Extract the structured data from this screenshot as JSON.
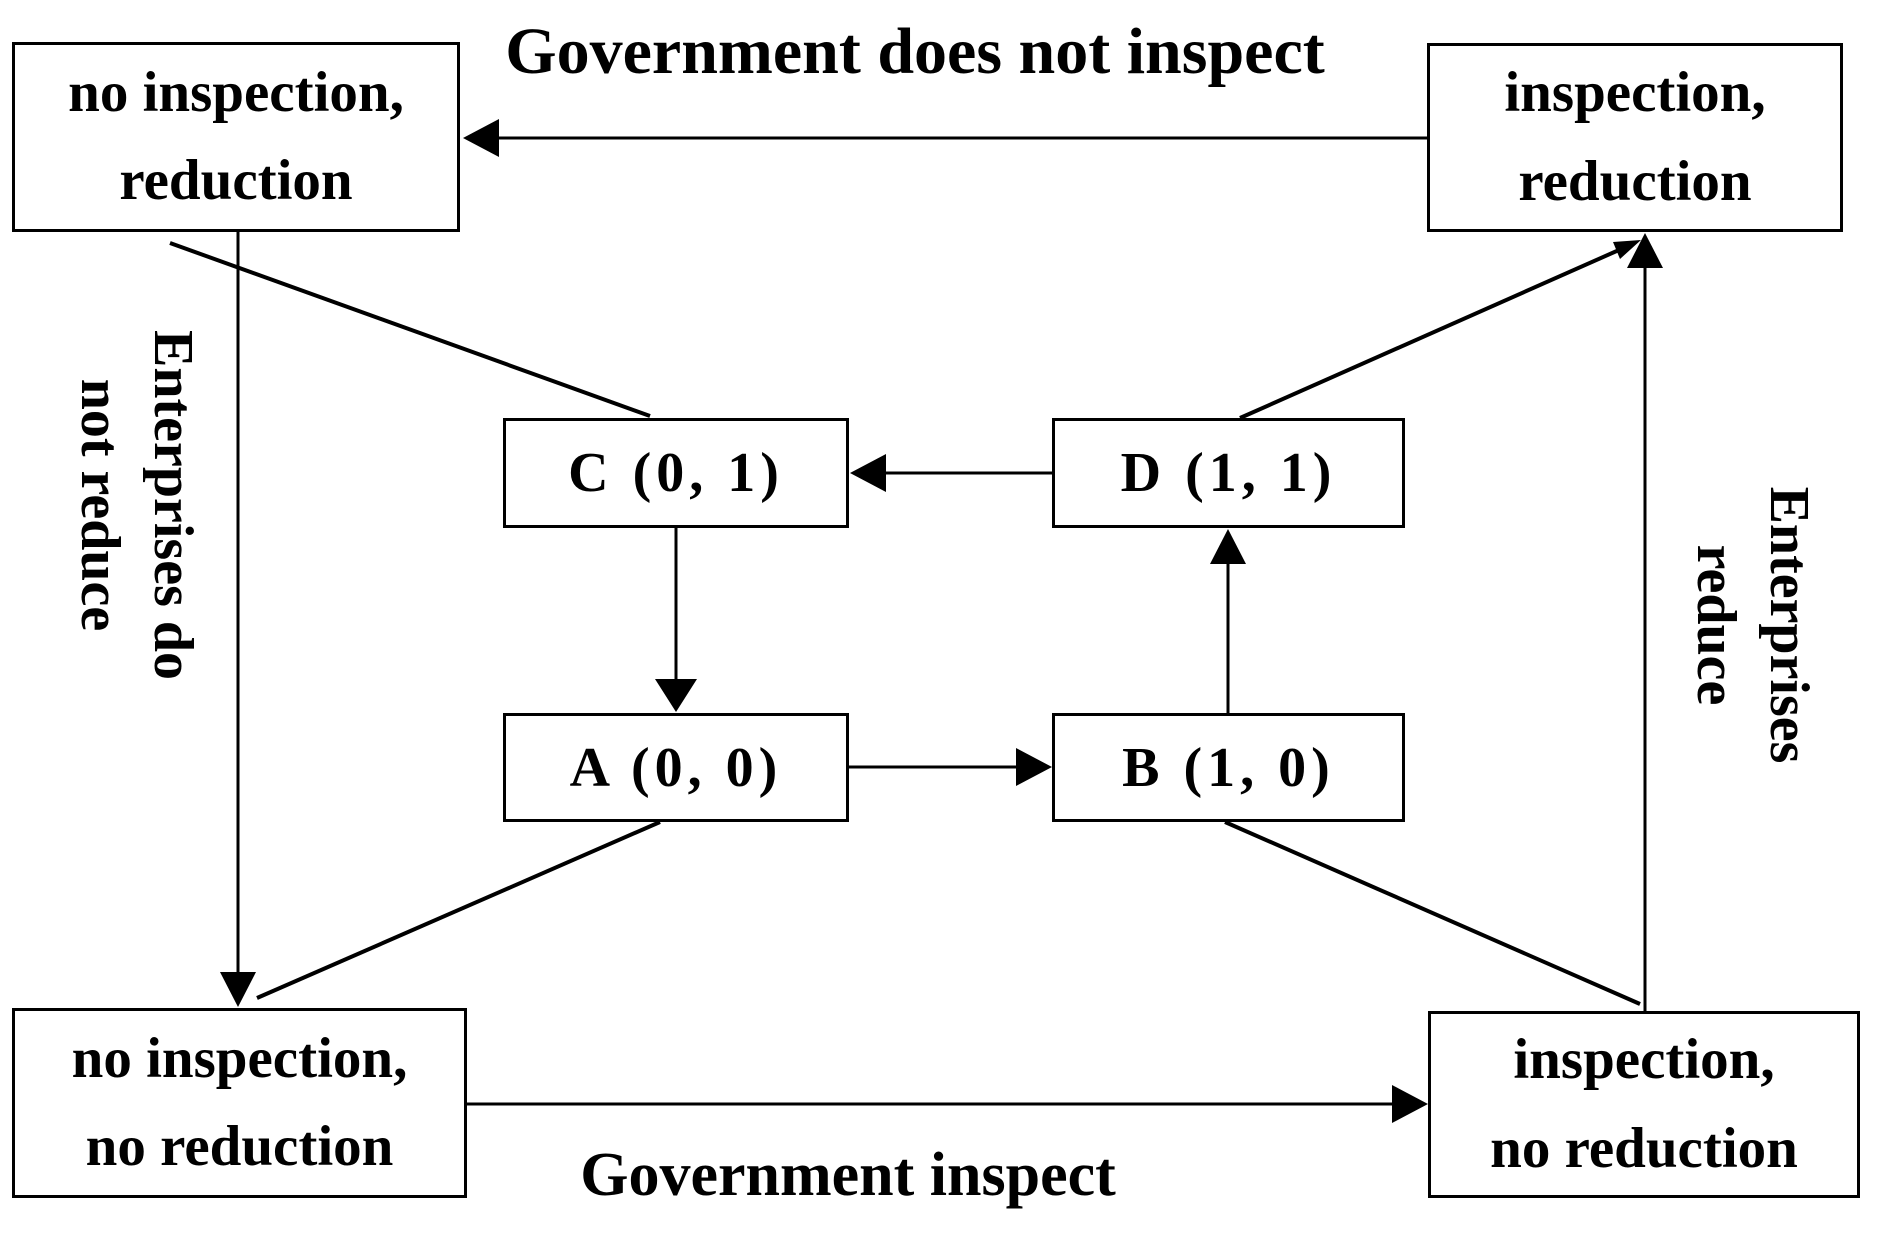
{
  "labels": {
    "top": "Government does not inspect",
    "bottom": "Government inspect",
    "left_line1": "Enterprises do",
    "left_line2": "not reduce",
    "right_line1": "Enterprises",
    "right_line2": "reduce"
  },
  "boxes": {
    "top_left": {
      "line1": "no inspection,",
      "line2": "reduction"
    },
    "top_right": {
      "line1": "inspection,",
      "line2": "reduction"
    },
    "bottom_left": {
      "line1": "no inspection,",
      "line2": "no reduction"
    },
    "bottom_right": {
      "line1": "inspection,",
      "line2": "no reduction"
    }
  },
  "states": {
    "C": {
      "label": "C (0, 1)"
    },
    "D": {
      "label": "D (1, 1)"
    },
    "A": {
      "label": "A (0, 0)"
    },
    "B": {
      "label": "B (1, 0)"
    }
  },
  "arrows": [
    {
      "from": "inspection_reduction",
      "to": "no_inspection_reduction"
    },
    {
      "from": "no_inspection_reduction",
      "to": "no_inspection_no_reduction"
    },
    {
      "from": "no_inspection_no_reduction",
      "to": "inspection_no_reduction"
    },
    {
      "from": "inspection_no_reduction",
      "to": "inspection_reduction"
    },
    {
      "from": "D",
      "to": "C"
    },
    {
      "from": "C",
      "to": "A"
    },
    {
      "from": "A",
      "to": "B"
    },
    {
      "from": "B",
      "to": "D"
    },
    {
      "from": "D",
      "to": "inspection_reduction"
    }
  ],
  "connector_lines": [
    {
      "from": "no_inspection_reduction",
      "to": "C"
    },
    {
      "from": "A",
      "to": "no_inspection_no_reduction"
    },
    {
      "from": "B",
      "to": "inspection_no_reduction"
    }
  ],
  "colors": {
    "line": "#000000",
    "background": "#ffffff",
    "text": "#000000"
  }
}
